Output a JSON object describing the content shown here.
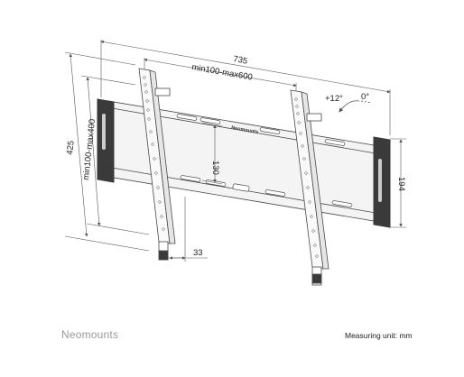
{
  "dimensions": {
    "overall_width": "735",
    "arm_spacing": "min100-max600",
    "total_height": "425",
    "arm_height_range": "min100-max400",
    "rail_gap": "130",
    "wall_plate_height": "194",
    "wall_distance": "33"
  },
  "tilt": {
    "forward": "+12°",
    "neutral": "0°"
  },
  "plate_logo": "Neomounts",
  "footer": {
    "brand": "Neomounts",
    "unit_note": "Measuring unit: mm"
  },
  "colors": {
    "line": "#4a4a4a",
    "dim_line": "#555555",
    "pad": "#3a3a3a",
    "plate_fill": "#f4f4f4",
    "brand_text": "#9a9a9a"
  }
}
